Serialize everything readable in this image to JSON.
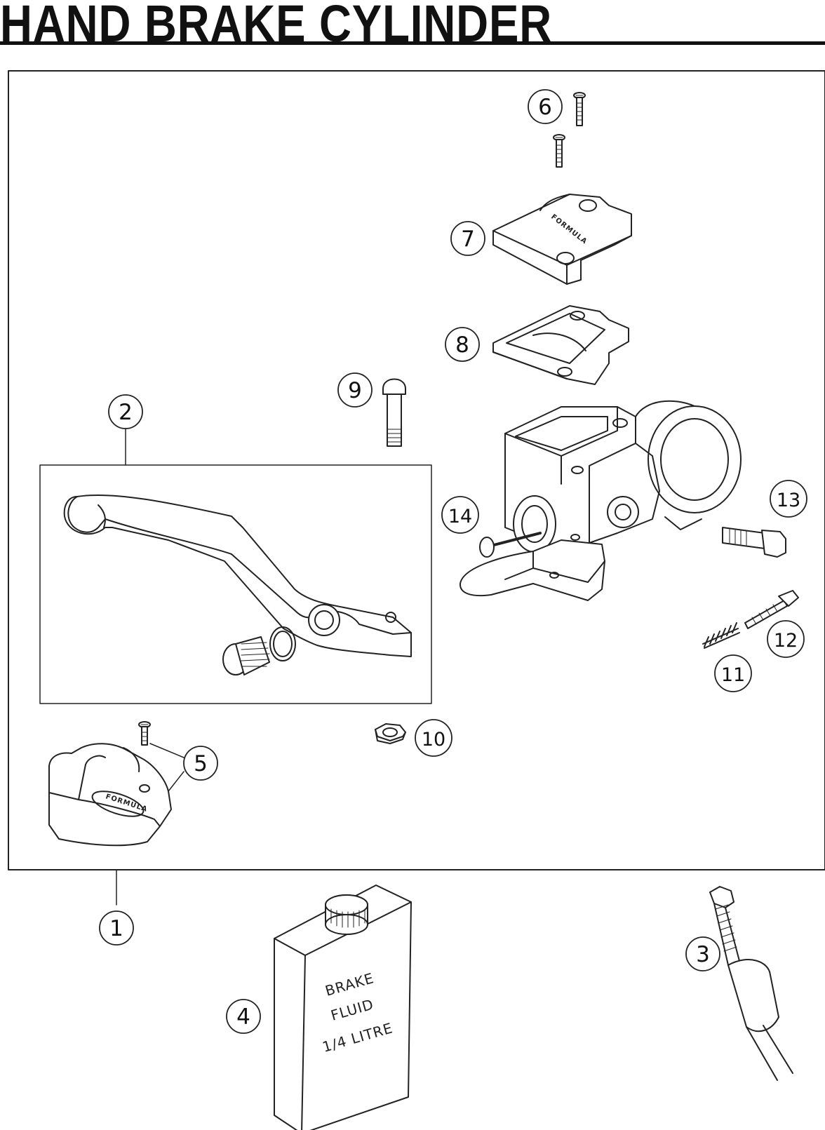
{
  "title": "HAND BRAKE CYLINDER",
  "callouts": [
    "1",
    "2",
    "3",
    "4",
    "5",
    "6",
    "7",
    "8",
    "9",
    "10",
    "11",
    "12",
    "13",
    "14"
  ],
  "fluid_label": {
    "line1": "BRAKE",
    "line2": "FLUID",
    "line3": "1/4 LITRE"
  },
  "brand_text": "FORMULA"
}
